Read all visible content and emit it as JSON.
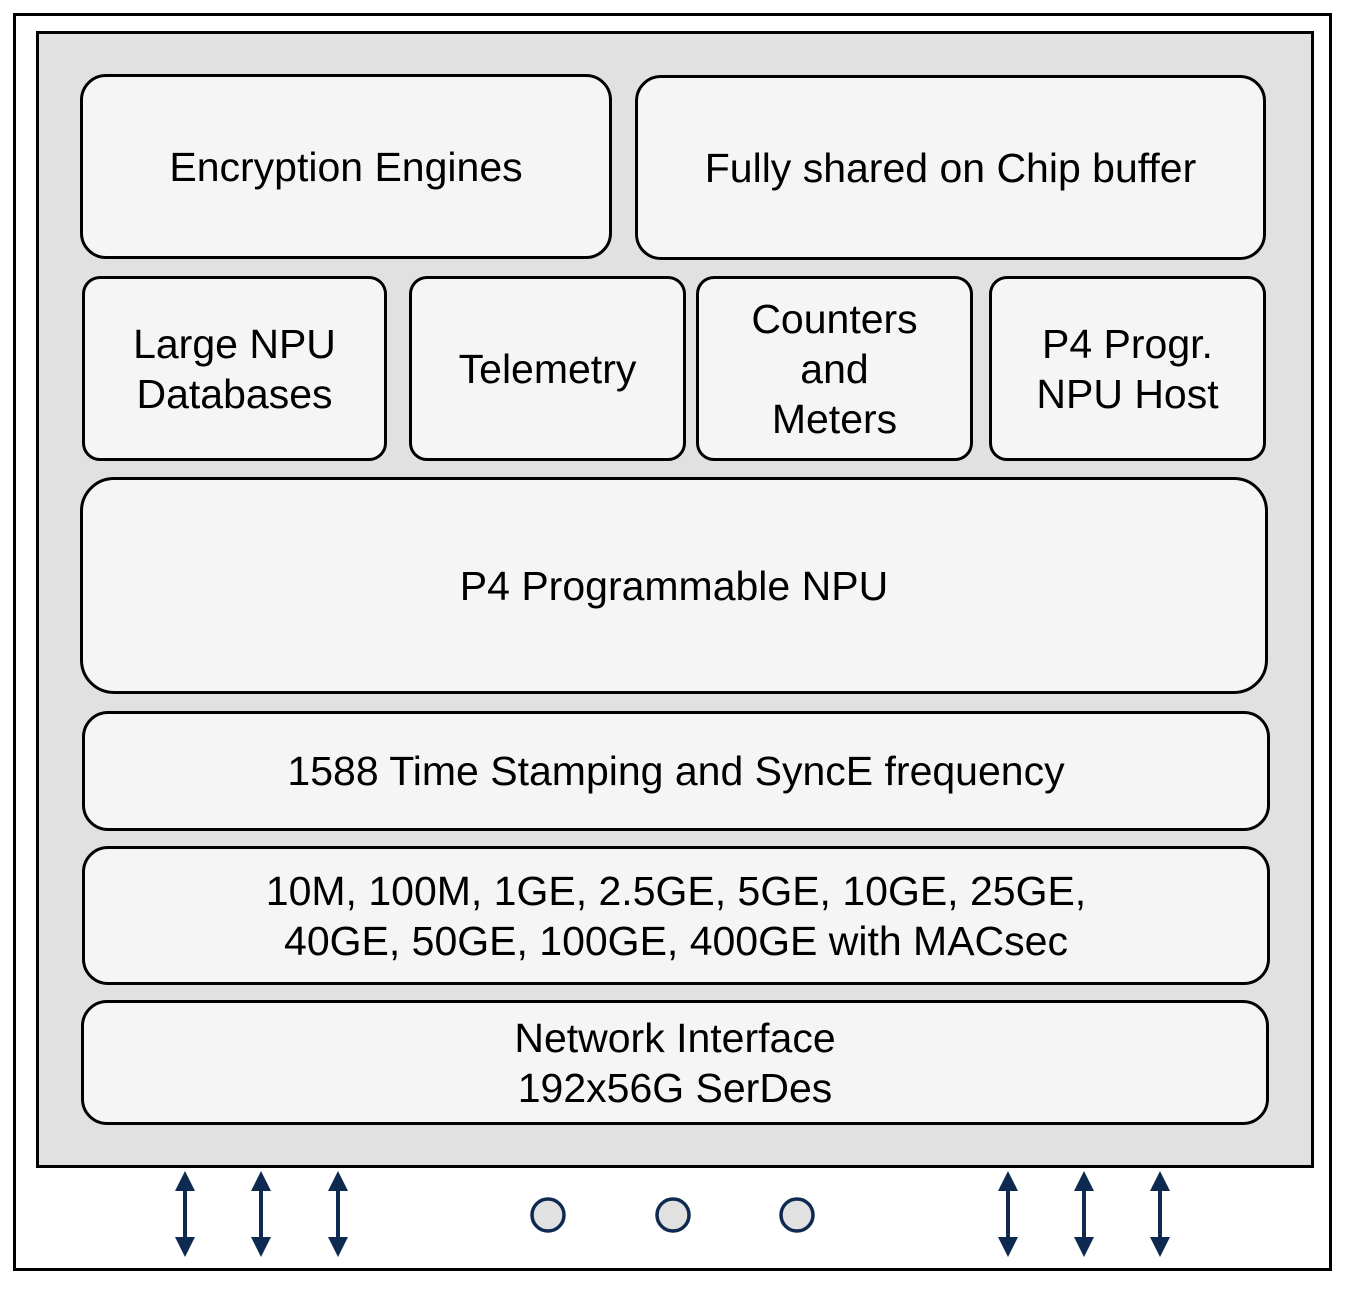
{
  "diagram": {
    "title": "Network Processor Chip Block Diagram",
    "blocks": {
      "encryption": "Encryption Engines",
      "buffer": "Fully shared on Chip buffer",
      "npu_databases": "Large NPU\nDatabases",
      "telemetry": "Telemetry",
      "counters": "Counters\nand\nMeters",
      "npu_host": "P4 Progr.\nNPU Host",
      "p4_npu": "P4 Programmable NPU",
      "timestamping": "1588 Time Stamping and SyncE frequency",
      "speeds": "10M, 100M, 1GE, 2.5GE, 5GE, 10GE, 25GE,\n40GE, 50GE, 100GE, 400GE with MACsec",
      "network_interface": "Network Interface\n192x56G SerDes"
    },
    "io": {
      "left_arrows": 3,
      "ellipsis_dots": 3,
      "right_arrows": 3
    },
    "colors": {
      "chip_fill": "#e1e1e1",
      "block_fill": "#f5f5f5",
      "arrow": "#0f2a50",
      "dot_fill": "#e1e1e1"
    }
  }
}
